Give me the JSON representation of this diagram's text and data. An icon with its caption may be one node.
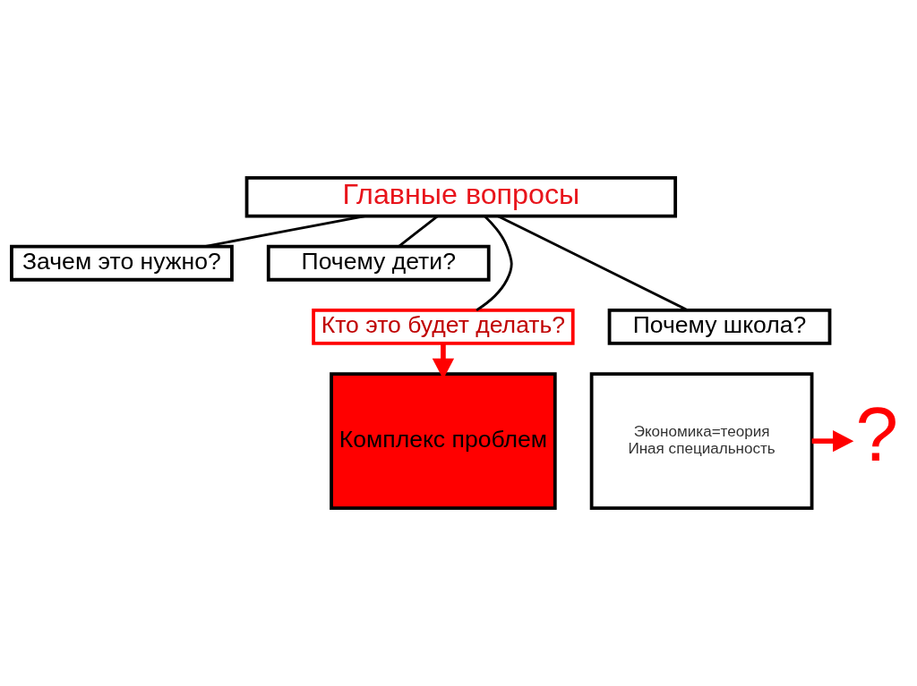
{
  "diagram": {
    "nodes": [
      {
        "text": [
          "Главные вопросы"
        ]
      },
      {
        "text": [
          "Зачем это нужно?"
        ]
      },
      {
        "text": [
          "Почему дети?"
        ]
      },
      {
        "text": [
          "Кто это будет делать?"
        ]
      },
      {
        "text": [
          "Почему школа?"
        ]
      },
      {
        "text": [
          "Комплекс проблем"
        ]
      },
      {
        "text": [
          "Экономика=теория",
          "Иная специальность"
        ]
      },
      {
        "text": [
          "?"
        ]
      }
    ],
    "edges": [
      {
        "from": 0,
        "to": 1,
        "arrow": "none"
      },
      {
        "from": 0,
        "to": 2,
        "arrow": "none"
      },
      {
        "from": 0,
        "to": 3,
        "arrow": "none"
      },
      {
        "from": 0,
        "to": 4,
        "arrow": "none"
      },
      {
        "from": 3,
        "to": 5,
        "arrow": "to",
        "style": "thick",
        "color": "#ff0000"
      },
      {
        "from": 6,
        "to": 7,
        "arrow": "to",
        "style": "thick",
        "color": "#ff0000"
      }
    ]
  }
}
